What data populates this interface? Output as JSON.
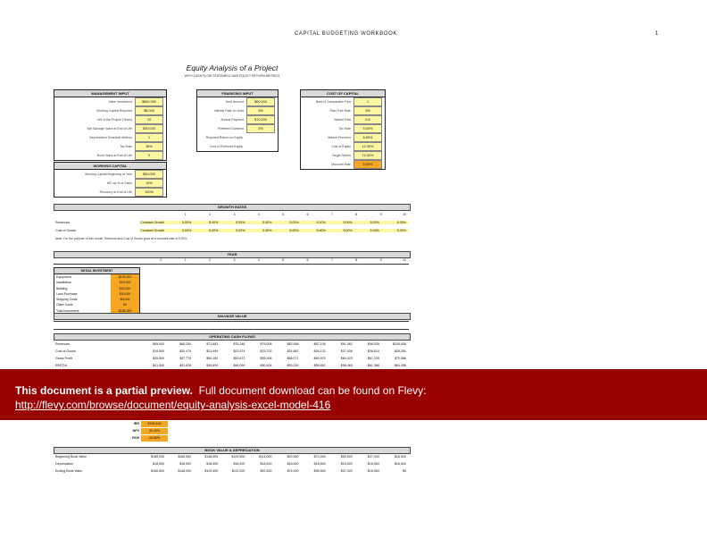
{
  "header": {
    "title": "CAPITAL BUDGETING WORKBOOK",
    "dot": "1"
  },
  "doc": {
    "title": "Equity Analysis of a Project",
    "subtitle": "WITH CASH FLOW STATEMENT AND EQUITY RETURN METRICS"
  },
  "boxes": {
    "box1": {
      "head": "MANAGEMENT INPUT",
      "rows": [
        {
          "label": "Initial Investment",
          "value": "$800,000",
          "color": "yellow"
        },
        {
          "label": "Working Capital Required",
          "value": "$8,000",
          "color": "yellow"
        },
        {
          "label": "Life of the Project (Years)",
          "value": "10",
          "color": "yellow"
        },
        {
          "label": "Net Salvage Value at End of Life",
          "value": "$30,000",
          "color": "yellow"
        },
        {
          "label": "Depreciation Schedule Method",
          "value": "1",
          "color": "yellow"
        },
        {
          "label": "Tax Rate",
          "value": "30%",
          "color": "yellow"
        },
        {
          "label": "Book Value at End of Life",
          "value": "0",
          "color": "yellow"
        }
      ]
    },
    "box2": {
      "head": "FINANCING INPUT",
      "rows": [
        {
          "label": "Debt Amount",
          "value": "$60,000",
          "color": "yellow"
        },
        {
          "label": "Interest Rate on Debt",
          "value": "3%",
          "color": "yellow"
        },
        {
          "label": "Annual Payment",
          "value": "$10,000",
          "color": "yellow"
        },
        {
          "label": "Preferred Dividend",
          "value": "3%",
          "color": "yellow"
        },
        {
          "label": "Required Return on Equity",
          "value": "",
          "color": "none"
        },
        {
          "label": "Cost of Preferred Equity",
          "value": "",
          "color": "none"
        }
      ]
    },
    "box3": {
      "head": "COST OF CAPITAL",
      "rows": [
        {
          "label": "Beta of Comparable Firm",
          "value": "1",
          "color": "yellow"
        },
        {
          "label": "Risk-Free Rate",
          "value": "3%",
          "color": "yellow"
        },
        {
          "label": "Market Risk",
          "value": "0.6",
          "color": "yellow"
        },
        {
          "label": "Tax Rate",
          "value": "5.00%",
          "color": "yellow"
        },
        {
          "label": "Market Premium",
          "value": "6.80%",
          "color": "yellow"
        },
        {
          "label": "Cost of Equity",
          "value": "12.00%",
          "color": "yellow"
        },
        {
          "label": "Target Return",
          "value": "12.00%",
          "color": "yellow"
        },
        {
          "label": "Discount Rate",
          "value": "5.00%",
          "color": "orange"
        }
      ]
    },
    "box4": {
      "head": "WORKING CAPITAL",
      "rows": [
        {
          "label": "Working Capital Beginning of Year",
          "value": "$30,000",
          "color": "yellow"
        },
        {
          "label": "WC as % of Sales",
          "value": "10%",
          "color": "yellow"
        },
        {
          "label": "Recovery at End of Life",
          "value": "100%",
          "color": "yellow"
        }
      ]
    }
  },
  "growth": {
    "band": "GROWTH RATES",
    "years": [
      "1",
      "2",
      "3",
      "4",
      "5",
      "6",
      "7",
      "8",
      "9",
      "10"
    ],
    "rows": [
      {
        "label": "Revenues",
        "note": "Constant Growth",
        "values": [
          "5.00%",
          "5.00%",
          "5.00%",
          "5.00%",
          "5.00%",
          "5.00%",
          "5.00%",
          "5.00%",
          "5.00%"
        ]
      },
      {
        "label": "Cost of Goods",
        "note": "Constant Growth",
        "values": [
          "5.00%",
          "5.00%",
          "5.00%",
          "5.00%",
          "5.00%",
          "5.00%",
          "5.00%",
          "5.00%",
          "5.00%"
        ]
      }
    ],
    "footnote": "Note: For the purpose of this model, Revenue and Cost of Goods grow at a constant rate of 5.00%"
  },
  "year_band": {
    "label": "YEAR",
    "years": [
      "0",
      "1",
      "2",
      "3",
      "4",
      "5",
      "6",
      "7",
      "8",
      "9",
      "10"
    ]
  },
  "initial": {
    "head": "INITIAL INVESTMENT",
    "rows": [
      {
        "label": "Equipment",
        "value": "$100,000"
      },
      {
        "label": "Installation",
        "value": "$10,000"
      },
      {
        "label": "Building",
        "value": "$40,000"
      },
      {
        "label": "Land Purchase",
        "value": "$30,000"
      },
      {
        "label": "Shipping Costs",
        "value": "$5,000"
      },
      {
        "label": "Other Costs",
        "value": "$0"
      },
      {
        "label": "Total Investment",
        "value": "$185,000"
      }
    ]
  },
  "salvage": {
    "band": "SALVAGE VALUE"
  },
  "operating": {
    "band": "OPERATING CASH FLOWS",
    "rows": [
      {
        "label": "Revenues",
        "values": [
          "$65,000",
          "$68,250",
          "$71,663",
          "$75,246",
          "$79,008",
          "$82,958",
          "$87,106",
          "$91,462",
          "$96,035",
          "$100,836"
        ]
      },
      {
        "label": "Cost of Goods",
        "values": [
          "$19,500",
          "$20,475",
          "$21,499",
          "$22,574",
          "$23,702",
          "$24,887",
          "$26,132",
          "$27,438",
          "$28,810",
          "$30,251"
        ]
      },
      {
        "label": "Gross Profit",
        "values": [
          "$45,500",
          "$47,775",
          "$50,164",
          "$52,672",
          "$55,306",
          "$58,071",
          "$60,975",
          "$64,023",
          "$67,225",
          "$70,586"
        ]
      },
      {
        "label": "EBITDA",
        "values": [
          "$41,550",
          "$43,628",
          "$45,809",
          "$48,099",
          "$50,504",
          "$53,029",
          "$55,681",
          "$58,465",
          "$61,388",
          "$64,458"
        ]
      }
    ]
  },
  "irr": [
    {
      "label": "IRR",
      "value": "$196,446"
    },
    {
      "label": "NPV",
      "value": "30.29%"
    },
    {
      "label": "ROE",
      "value": "40.86%"
    }
  ],
  "book": {
    "band": "BOOK VALUE & DEPRECIATION",
    "rows": [
      {
        "label": "Beginning Book Value",
        "values": [
          "$185,000",
          "$166,500",
          "$148,000",
          "$129,500",
          "$111,000",
          "$92,500",
          "$74,000",
          "$55,500",
          "$37,000",
          "$18,500"
        ]
      },
      {
        "label": "Depreciation",
        "values": [
          "$18,500",
          "$18,500",
          "$18,500",
          "$18,500",
          "$18,500",
          "$18,500",
          "$18,500",
          "$18,500",
          "$18,500",
          "$18,500"
        ]
      },
      {
        "label": "Ending Book Value",
        "values": [
          "$166,500",
          "$148,000",
          "$129,500",
          "$111,000",
          "$92,500",
          "$74,000",
          "$55,500",
          "$37,000",
          "$18,500",
          "$0"
        ]
      }
    ]
  },
  "banner": {
    "bold": "This document is a partial preview.",
    "rest": "Full document download can be found on Flevy:",
    "link": "http://flevy.com/browse/document/equity-analysis-excel-model-416"
  }
}
